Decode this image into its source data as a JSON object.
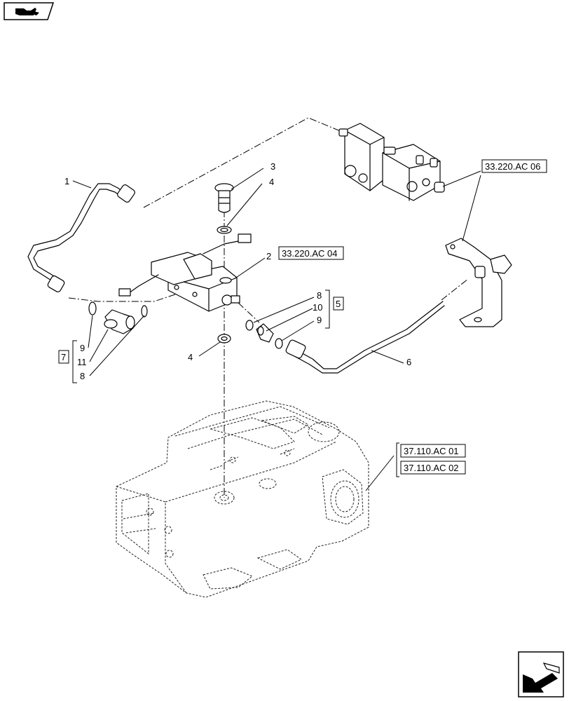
{
  "nav": {
    "top_icon": "folder-book-icon",
    "bottom_icon": "next-page-arrow-icon"
  },
  "callouts": {
    "c1": "1",
    "c2": "2",
    "c3": "3",
    "c4_top": "4",
    "c4_bottom": "4",
    "c6": "6",
    "c8_right": "8",
    "c10": "10",
    "c9_right": "9",
    "c9_left": "9",
    "c11": "11",
    "c8_left": "8"
  },
  "groups": {
    "g5": "5",
    "g7": "7"
  },
  "references": {
    "ref_33_220_ac_04": "33.220.AC 04",
    "ref_33_220_ac_06": "33.220.AC 06",
    "ref_37_110_ac_01": "37.110.AC 01",
    "ref_37_110_ac_02": "37.110.AC 02"
  }
}
